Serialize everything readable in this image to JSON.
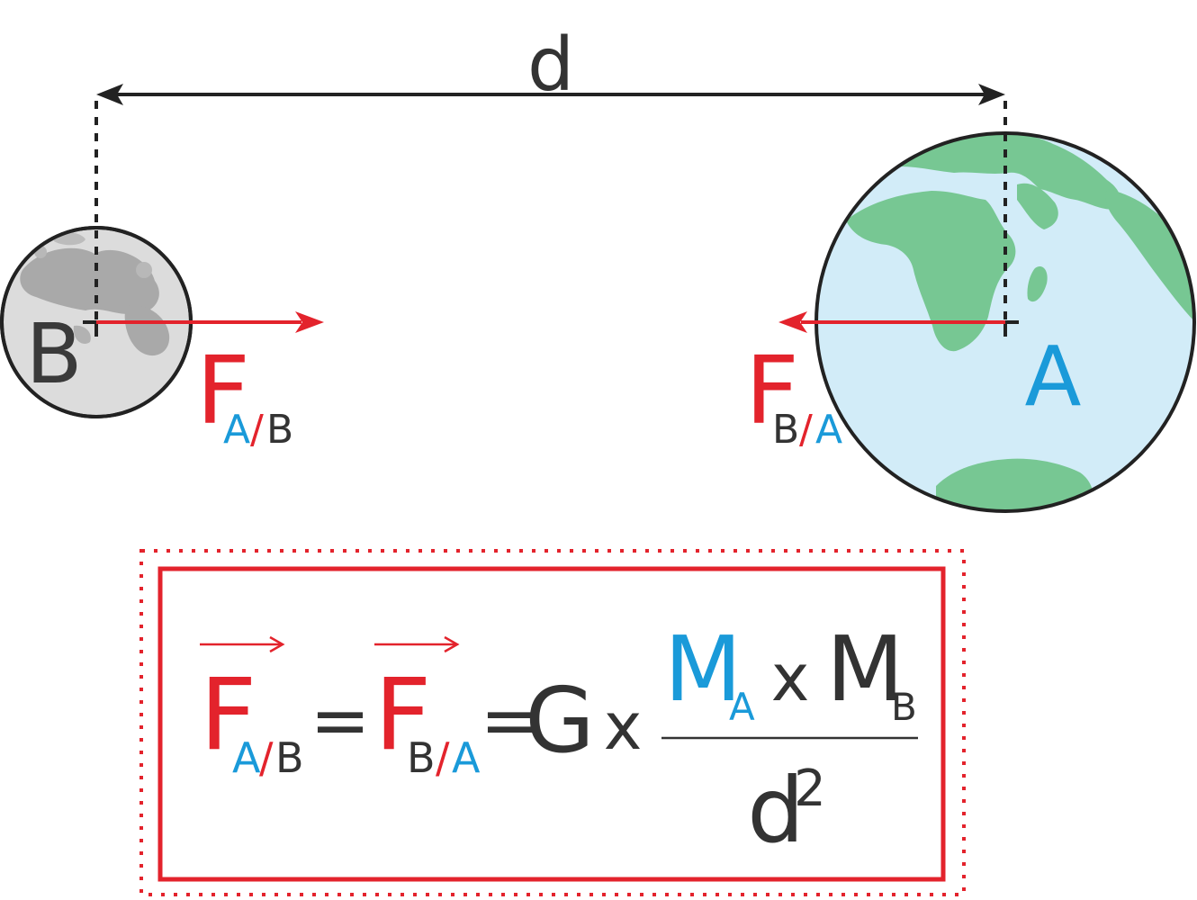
{
  "distance_label": "d",
  "body_b": {
    "label": "B",
    "type": "moon"
  },
  "body_a": {
    "label": "A",
    "type": "earth"
  },
  "force_on_b": {
    "symbol": "F",
    "sub_first": "A",
    "sub_sep": "/",
    "sub_second": "B"
  },
  "force_on_a": {
    "symbol": "F",
    "sub_first": "B",
    "sub_sep": "/",
    "sub_second": "A"
  },
  "formula": {
    "lhs": {
      "symbol": "F",
      "sub_first": "A",
      "sub_sep": "/",
      "sub_second": "B"
    },
    "eq1": "=",
    "mid": {
      "symbol": "F",
      "sub_first": "B",
      "sub_sep": "/",
      "sub_second": "A"
    },
    "eq2": "=",
    "constant": "G",
    "times": "x",
    "numerator": {
      "m1": "M",
      "m1_sub": "A",
      "times": "x",
      "m2": "M",
      "m2_sub": "B"
    },
    "denominator": {
      "base": "d",
      "exponent": "2"
    }
  },
  "colors": {
    "force_red": "#e3232c",
    "label_blue": "#1a9ad9",
    "ink": "#333333",
    "moon_fill": "#dcdcdc",
    "moon_crater": "#a9a9a9",
    "ocean": "#d2ecf8",
    "land": "#77c793"
  }
}
